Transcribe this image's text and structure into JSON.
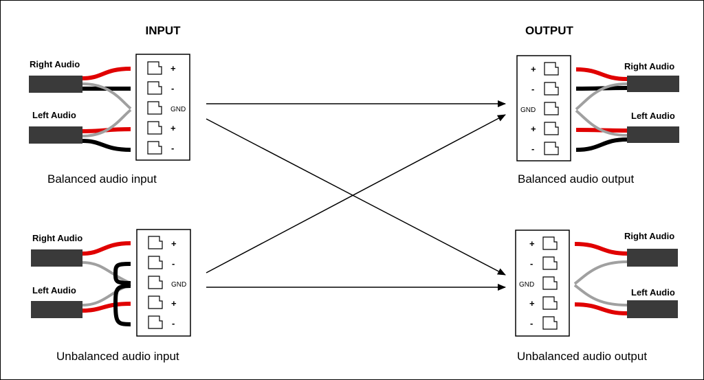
{
  "titles": {
    "input": "INPUT",
    "output": "OUTPUT"
  },
  "blocks": {
    "balanced_input": {
      "caption": "Balanced audio input",
      "right_label": "Right Audio",
      "left_label": "Left Audio",
      "pins": [
        "+",
        "-",
        "GND",
        "+",
        "-"
      ]
    },
    "unbalanced_input": {
      "caption": "Unbalanced audio input",
      "right_label": "Right Audio",
      "left_label": "Left Audio",
      "pins": [
        "+",
        "-",
        "GND",
        "+",
        "-"
      ]
    },
    "balanced_output": {
      "caption": "Balanced audio output",
      "right_label": "Right Audio",
      "left_label": "Left Audio",
      "pins": [
        "+",
        "-",
        "GND",
        "+",
        "-"
      ]
    },
    "unbalanced_output": {
      "caption": "Unbalanced audio output",
      "right_label": "Right Audio",
      "left_label": "Left Audio",
      "pins": [
        "+",
        "-",
        "GND",
        "+",
        "-"
      ]
    }
  },
  "colors": {
    "hot": "#e00000",
    "cold": "#000000",
    "ground": "#a0a0a0",
    "cable": "#3a3a3a"
  }
}
